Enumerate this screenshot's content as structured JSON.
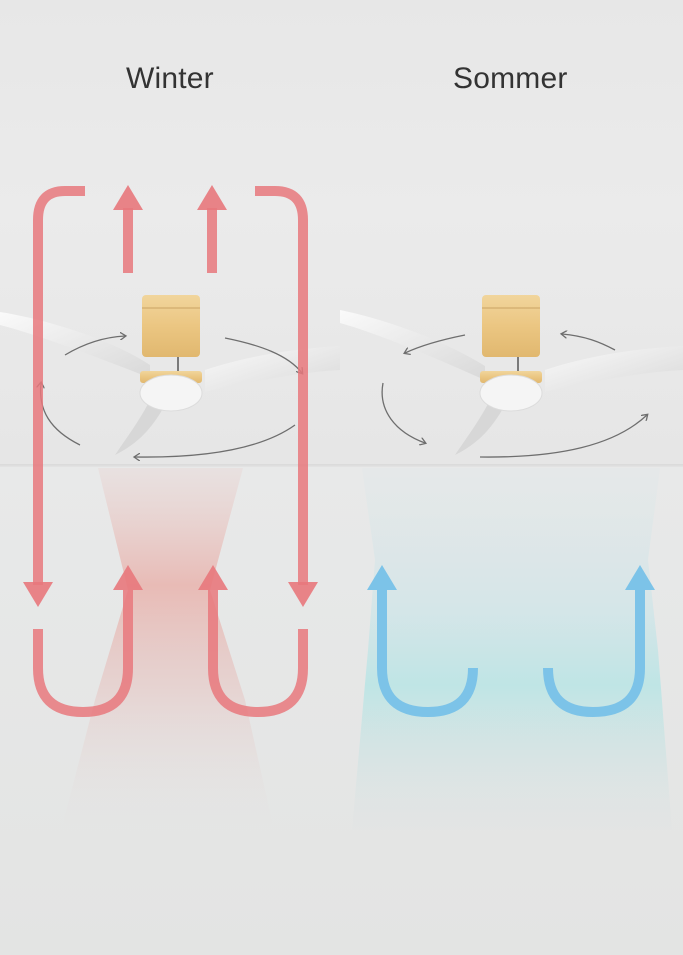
{
  "panels": [
    {
      "id": "winter",
      "title": "Winter",
      "arrow_color": "#e8787c",
      "airflow_color": "#e8b4b0",
      "rotation": "clockwise"
    },
    {
      "id": "summer",
      "title": "Sommer",
      "arrow_color": "#7cc3e8",
      "airflow_color": "#b3e0e2",
      "rotation": "counterclockwise"
    }
  ],
  "colors": {
    "background": "#e9e9e9",
    "title_text": "#333333",
    "fan_wood": "#ecc98a",
    "fan_white": "#f4f4f4",
    "rotation_arrow": "#6e6e6e"
  }
}
